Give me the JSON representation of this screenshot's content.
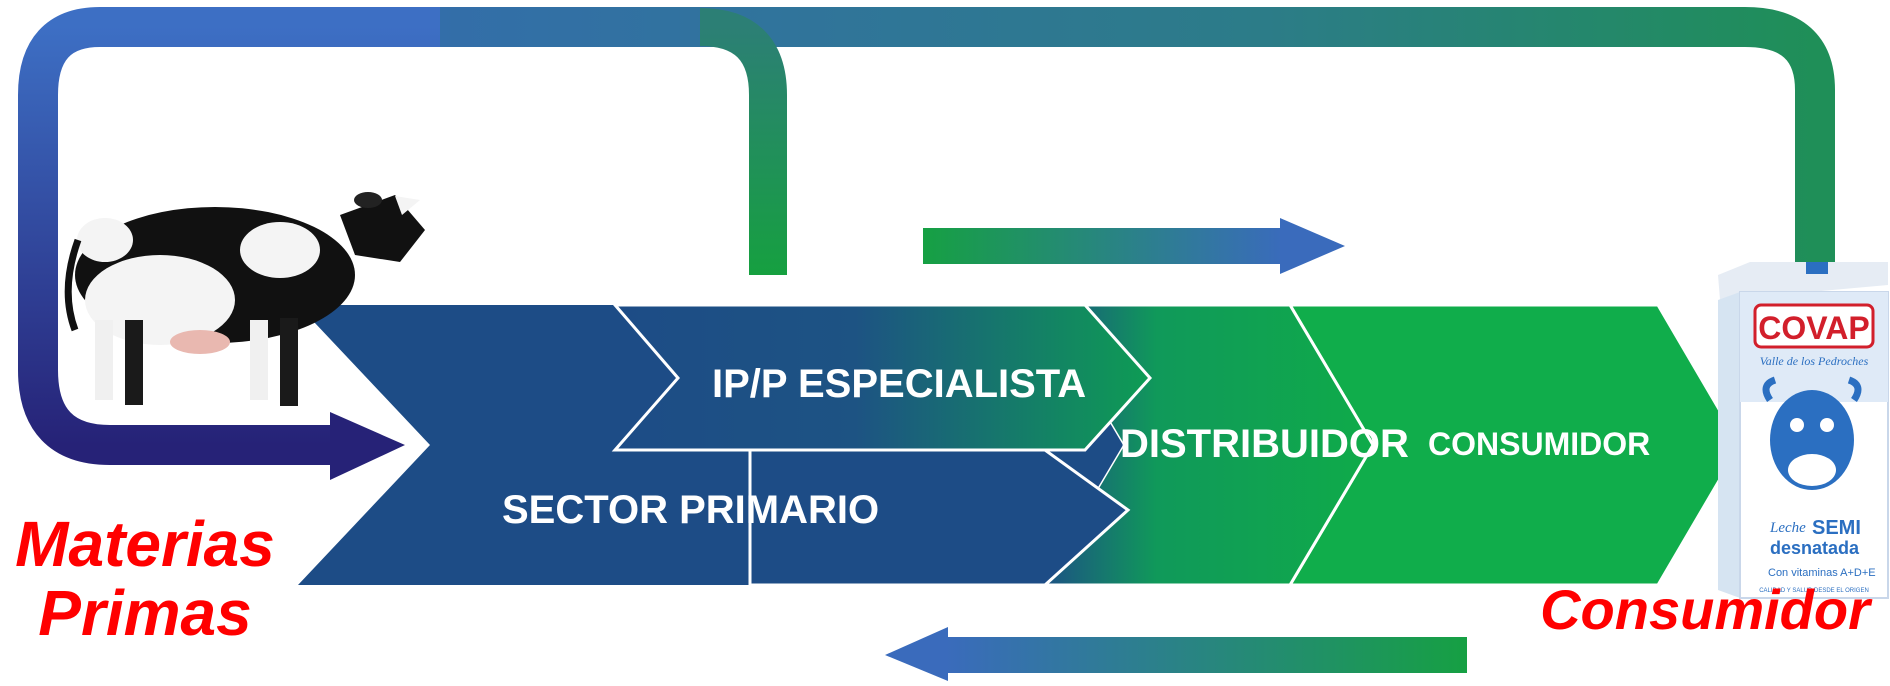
{
  "diagram": {
    "stages": [
      {
        "id": "sector-primario",
        "label": "SECTOR PRIMARIO"
      },
      {
        "id": "ip-especialista",
        "label": "IP/P ESPECIALISTA"
      },
      {
        "id": "distribuidor",
        "label": "DISTRIBUIDOR"
      },
      {
        "id": "consumidor",
        "label": "CONSUMIDOR"
      }
    ],
    "left_label": [
      "Materias",
      "Primas"
    ],
    "right_label": "Consumidor",
    "product": {
      "brand": "COVAP",
      "tagline": "Valle de los Pedroches",
      "line1": "Leche",
      "line2": "SEMI",
      "line3": "desnatada",
      "line4": "Con vitaminas A+D+E",
      "footer": "CALIDAD Y SALUD DESDE EL ORIGEN"
    },
    "colors": {
      "blue_dark": "#1d4c86",
      "blue_navy": "#28287a",
      "blue_light": "#3a6bbd",
      "green": "#12a443",
      "red": "#ff0000"
    }
  }
}
